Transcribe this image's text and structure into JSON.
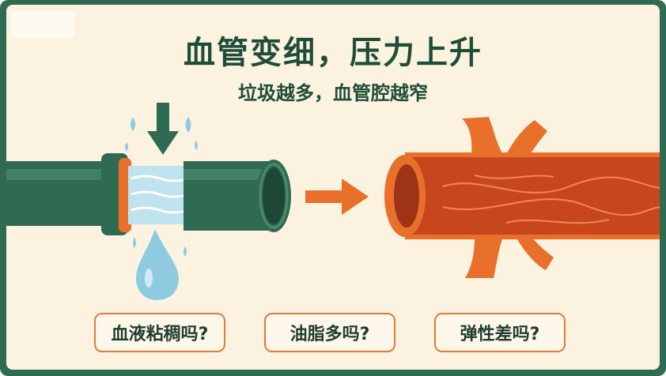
{
  "title": "血管变细，压力上升",
  "subtitle": "垃圾越多，血管腔越窄",
  "questions": [
    {
      "label": "血液粘稠吗?"
    },
    {
      "label": "油脂多吗?"
    },
    {
      "label": "弹性差吗?"
    }
  ],
  "colors": {
    "frame": "#2f6b52",
    "background": "#fbf3e0",
    "pipe": "#2f6b52",
    "accent": "#e8702a",
    "vessel": "#c8461e",
    "water": "#a9d8e8"
  },
  "icons": [
    "down-arrow-icon",
    "water-drop-icon",
    "right-arrow-icon"
  ]
}
